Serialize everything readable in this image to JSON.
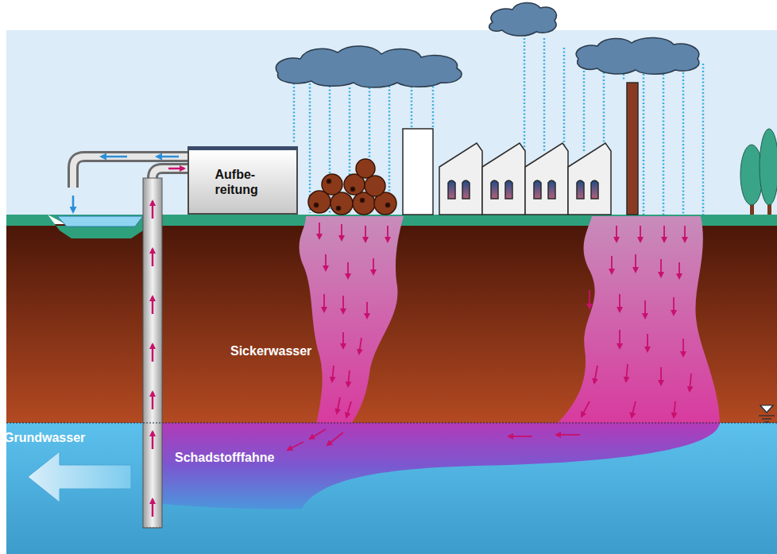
{
  "diagram": {
    "nodes": [
      {
        "text": [
          "Aufbe- reitung"
        ]
      }
    ],
    "labels": [
      "Sickerwasser",
      "Grundwasser",
      "Schadstofffahne"
    ]
  }
}
